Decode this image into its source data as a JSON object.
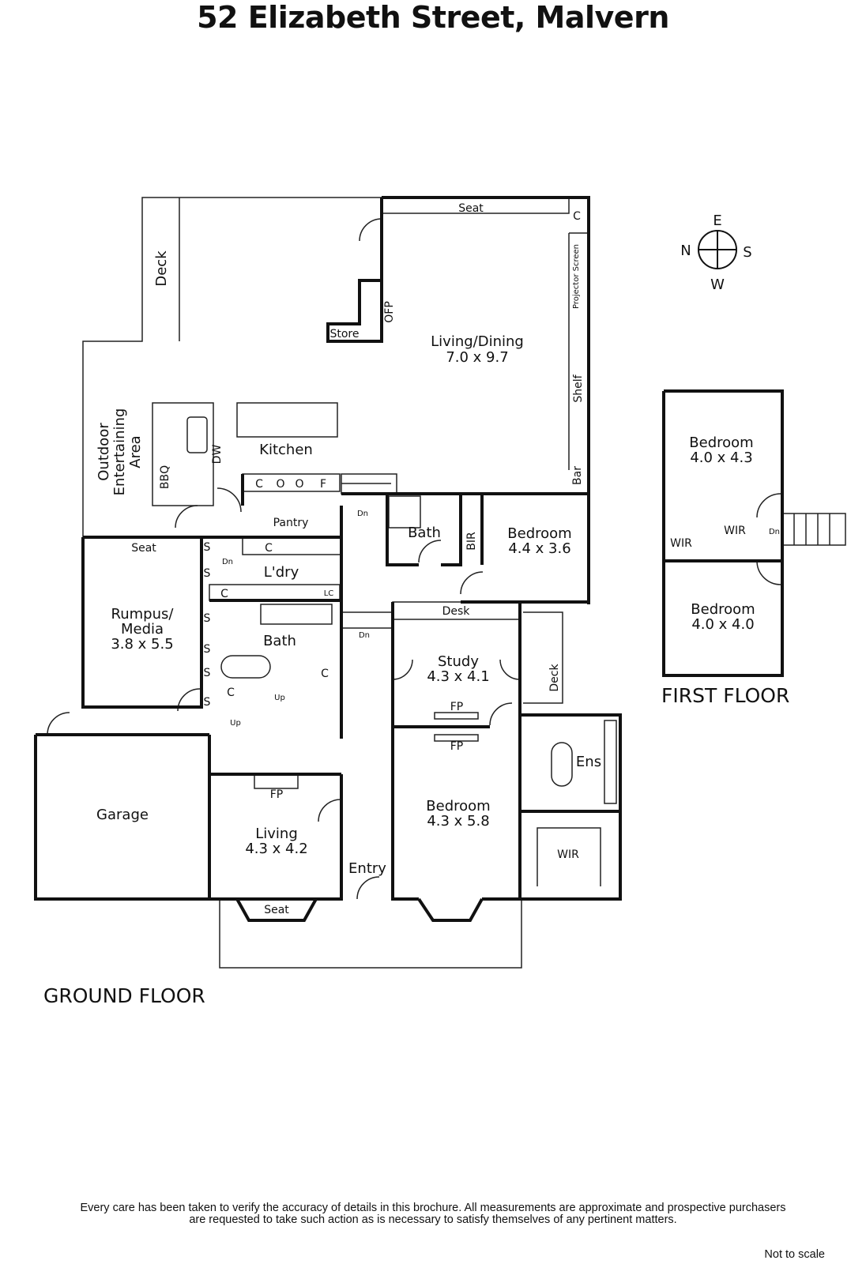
{
  "title": "52 Elizabeth Street, Malvern",
  "compass": {
    "n": "N",
    "e": "E",
    "s": "S",
    "w": "W"
  },
  "floors": {
    "ground": "GROUND FLOOR",
    "first": "FIRST FLOOR"
  },
  "rooms": {
    "living_dining": {
      "name": "Living/Dining",
      "size": "7.0 x 9.7"
    },
    "kitchen": {
      "name": "Kitchen"
    },
    "deck_top": "Deck",
    "outdoor": {
      "line1": "Outdoor",
      "line2": "Entertaining",
      "line3": "Area"
    },
    "bbq": "BBQ",
    "dw": "DW",
    "store": "Store",
    "ofp": "OFP",
    "seat_top": "Seat",
    "c_top": "C",
    "projector": "Projector Screen",
    "shelf": "Shelf",
    "bar": "Bar",
    "pantry": "Pantry",
    "laundry": "L'dry",
    "bath1": "Bath",
    "bath2": "Bath",
    "bir": "BIR",
    "bedroom_a": {
      "name": "Bedroom",
      "size": "4.4 x 3.6"
    },
    "rumpus": {
      "name1": "Rumpus/",
      "name2": "Media",
      "size": "3.8 x 5.5"
    },
    "seat_rumpus": "Seat",
    "desk": "Desk",
    "study": {
      "name": "Study",
      "size": "4.3 x 4.1"
    },
    "deck_right": "Deck",
    "fp1": "FP",
    "fp2": "FP",
    "fp3": "FP",
    "ens": "Ens",
    "wir": "WIR",
    "bedroom_b": {
      "name": "Bedroom",
      "size": "4.3 x 5.8"
    },
    "garage": "Garage",
    "living": {
      "name": "Living",
      "size": "4.3 x 4.2"
    },
    "entry": "Entry",
    "seat_front": "Seat",
    "first_bed1": {
      "name": "Bedroom",
      "size": "4.0 x 4.3"
    },
    "first_bed2": {
      "name": "Bedroom",
      "size": "4.0 x 4.0"
    },
    "first_wir1": "WIR",
    "first_wir2": "WIR",
    "dn": "Dn",
    "up": "Up",
    "c": "C",
    "o": "O",
    "f": "F",
    "lc": "LC",
    "s": "S"
  },
  "footer": {
    "line1": "Every care has been taken to verify the accuracy of details in this brochure.  All measurements are approximate and prospective purchasers",
    "line2": "are requested to take such action as is necessary to satisfy themselves of any pertinent matters.",
    "not_to_scale": "Not to scale"
  }
}
